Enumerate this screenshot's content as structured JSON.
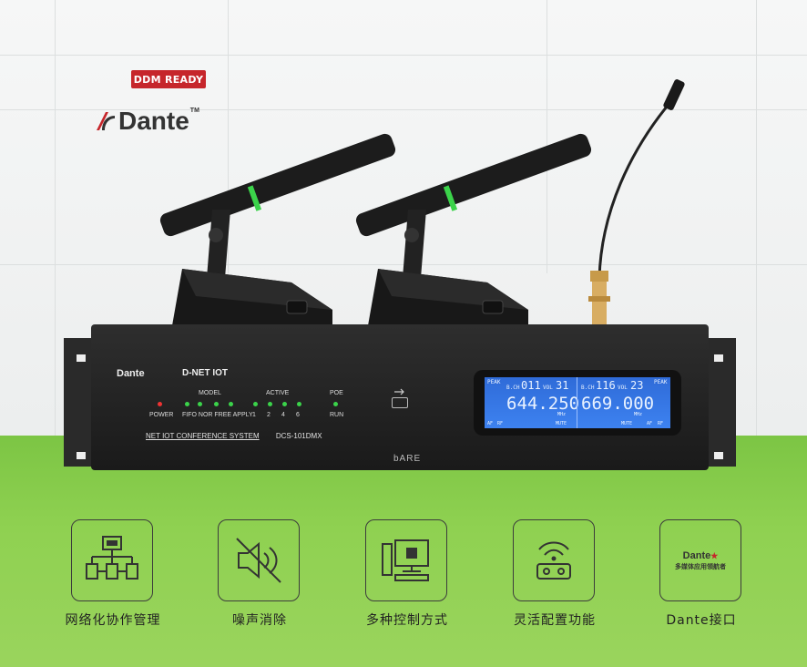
{
  "badge": {
    "ddm": "DDM READY"
  },
  "brand": {
    "dante": "Dante",
    "tm": "TM"
  },
  "device": {
    "dante": "Dante",
    "dnet": "D-NET IOT",
    "model_group": "MODEL",
    "active_group": "ACTIVE",
    "poe_group": "POE",
    "power": "POWER",
    "modes": "FIFO NOR FREE APPLY",
    "active_nums": [
      "1",
      "2",
      "4",
      "6"
    ],
    "run": "RUN",
    "system_name": "NET IOT CONFERENCE SYSTEM",
    "model": "DCS-101DMX",
    "logo": "bARE",
    "lcd": {
      "left": {
        "peak": "PEAK",
        "ch_label": "B.CH",
        "ch": "011",
        "vol_label": "VOL",
        "vol": "31",
        "freq": "644.250",
        "unit": "MHz",
        "af": "AF",
        "rf": "RF",
        "mute": "MUTE"
      },
      "right": {
        "peak": "PEAK",
        "ch_label": "B.CH",
        "ch": "116",
        "vol_label": "VOL",
        "vol": "23",
        "freq": "669.000",
        "unit": "MHz",
        "af": "AF",
        "rf": "RF",
        "mute": "MUTE"
      }
    }
  },
  "features": [
    {
      "label": "网络化协作管理",
      "icon": "network-icon"
    },
    {
      "label": "噪声消除",
      "icon": "mute-speaker-icon"
    },
    {
      "label": "多种控制方式",
      "icon": "computer-icon"
    },
    {
      "label": "灵活配置功能",
      "icon": "wireless-device-icon"
    },
    {
      "label": "Dante接口",
      "icon": "dante-logo-icon",
      "sub_dante": "Dante",
      "sub_text": "多媒体应用领航者"
    }
  ]
}
